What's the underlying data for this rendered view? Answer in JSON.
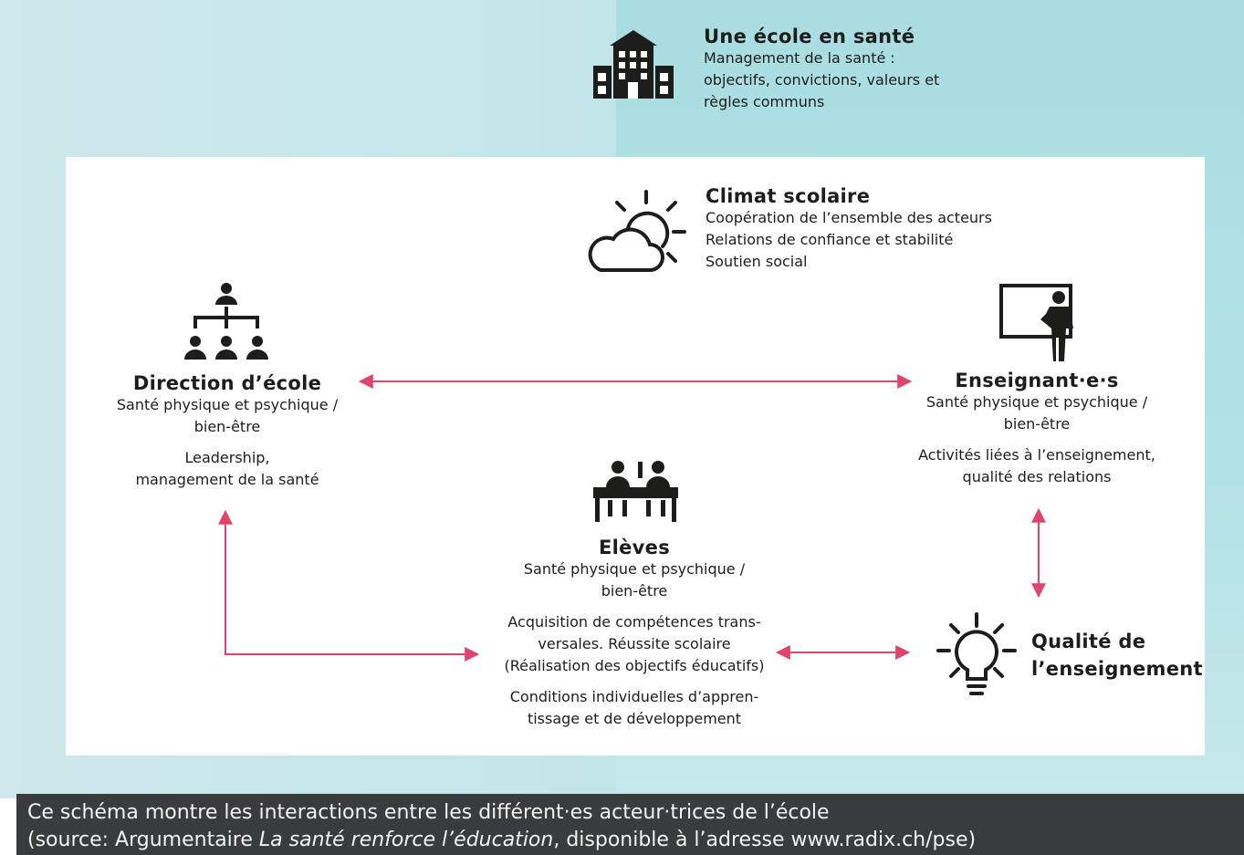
{
  "school": {
    "title": "Une école en santé",
    "lines": [
      "Management de la santé :",
      "objectifs, convictions, valeurs et",
      "règles communs"
    ],
    "icon": "school-building-icon"
  },
  "climate": {
    "title": "Climat scolaire",
    "lines": [
      "Coopération de l’ensemble des acteurs",
      "Relations de confiance et stabilité",
      "Soutien social"
    ],
    "icon": "sun-cloud-icon"
  },
  "direction": {
    "title": "Direction d’école",
    "health_lines": [
      "Santé physique et psychique /",
      "bien-être"
    ],
    "role_lines": [
      "Leadership,",
      "management de la santé"
    ],
    "icon": "org-chart-icon"
  },
  "teachers": {
    "title": "Enseignant·e·s",
    "health_lines": [
      "Santé physique et psychique /",
      "bien-être"
    ],
    "role_lines": [
      "Activités liées à l’enseignement,",
      "qualité des relations"
    ],
    "icon": "teacher-board-icon"
  },
  "students": {
    "title": "Elèves",
    "health_lines": [
      "Santé physique et psychique /",
      "bien-être"
    ],
    "outcome_lines": [
      "Acquisition de compétences trans-",
      "versales. Réussite scolaire",
      "(Réalisation des objectifs éducatifs)"
    ],
    "condition_lines": [
      "Conditions individuelles d’appren-",
      "tissage et de développement"
    ],
    "icon": "students-desk-icon"
  },
  "teaching_quality": {
    "title_lines": [
      "Qualité de",
      "l’enseignement"
    ],
    "icon": "lightbulb-icon"
  },
  "caption": {
    "line1": "Ce schéma montre les interactions entre les différent·es acteur·trices de l’école",
    "line2_prefix": "(source: Argumentaire ",
    "line2_italic": "La santé renforce l’éducation",
    "line2_suffix": ", disponible à l’adresse www.radix.ch/pse)"
  },
  "colors": {
    "arrow": "#e0446a",
    "text": "#1d1d1b",
    "caption_bg": "#3a3b3c"
  }
}
